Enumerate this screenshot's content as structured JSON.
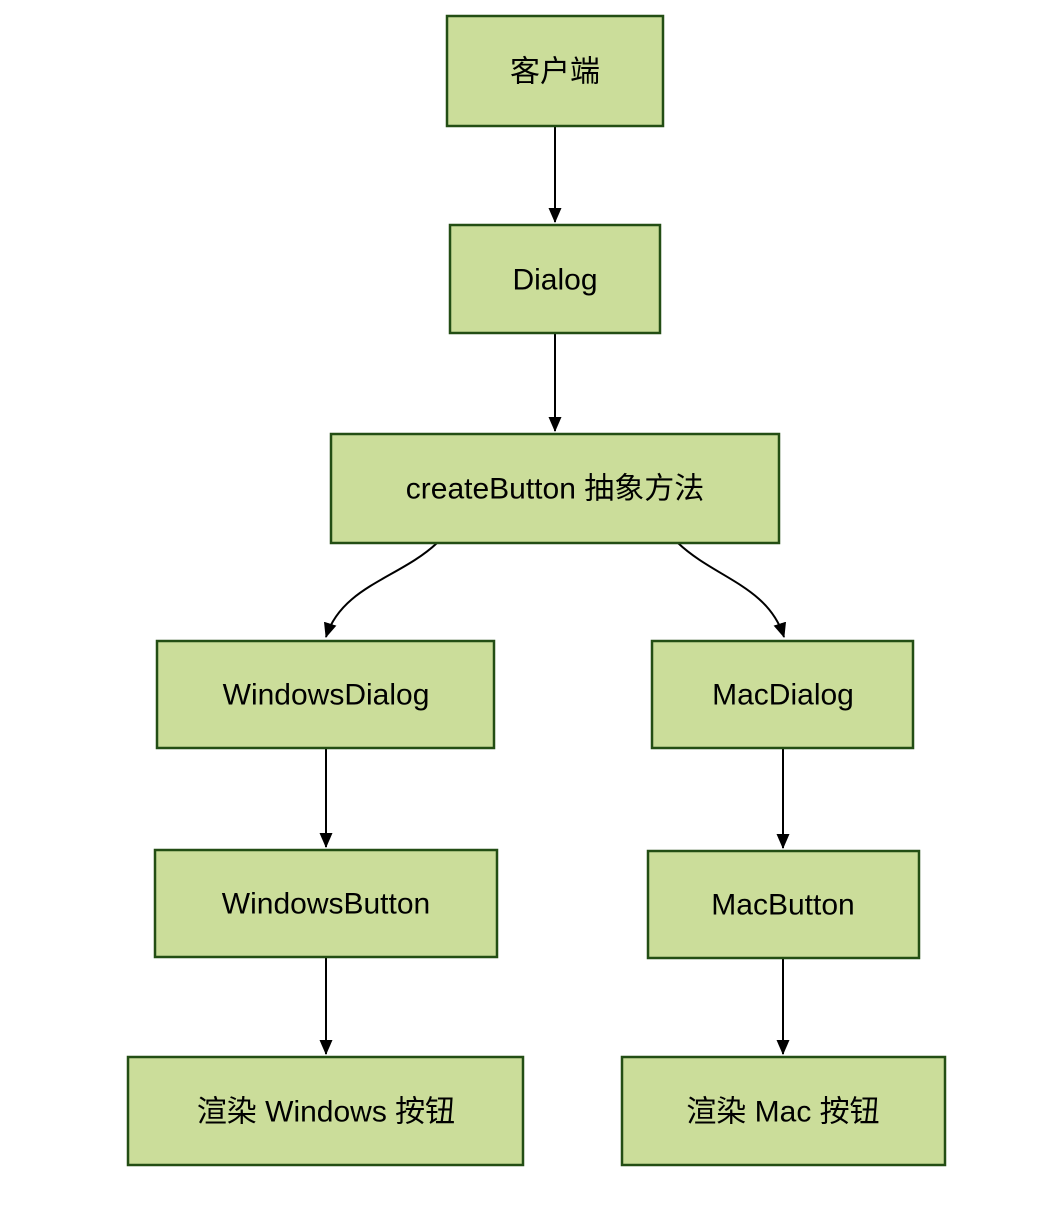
{
  "diagram": {
    "type": "flowchart",
    "colors": {
      "background": "#ffffff",
      "node_fill": "#cbdd9a",
      "node_border": "#234e14",
      "text": "#000000",
      "arrow": "#000000"
    },
    "nodes": [
      {
        "id": "client",
        "label": "客户端"
      },
      {
        "id": "dialog",
        "label": "Dialog"
      },
      {
        "id": "create-button",
        "label": "createButton 抽象方法"
      },
      {
        "id": "windows-dialog",
        "label": "WindowsDialog"
      },
      {
        "id": "mac-dialog",
        "label": "MacDialog"
      },
      {
        "id": "windows-button",
        "label": "WindowsButton"
      },
      {
        "id": "mac-button",
        "label": "MacButton"
      },
      {
        "id": "render-windows",
        "label": "渲染 Windows 按钮"
      },
      {
        "id": "render-mac",
        "label": "渲染 Mac 按钮"
      }
    ],
    "edges": [
      {
        "from": "client",
        "to": "dialog"
      },
      {
        "from": "dialog",
        "to": "create-button"
      },
      {
        "from": "create-button",
        "to": "windows-dialog"
      },
      {
        "from": "create-button",
        "to": "mac-dialog"
      },
      {
        "from": "windows-dialog",
        "to": "windows-button"
      },
      {
        "from": "mac-dialog",
        "to": "mac-button"
      },
      {
        "from": "windows-button",
        "to": "render-windows"
      },
      {
        "from": "mac-button",
        "to": "render-mac"
      }
    ]
  }
}
